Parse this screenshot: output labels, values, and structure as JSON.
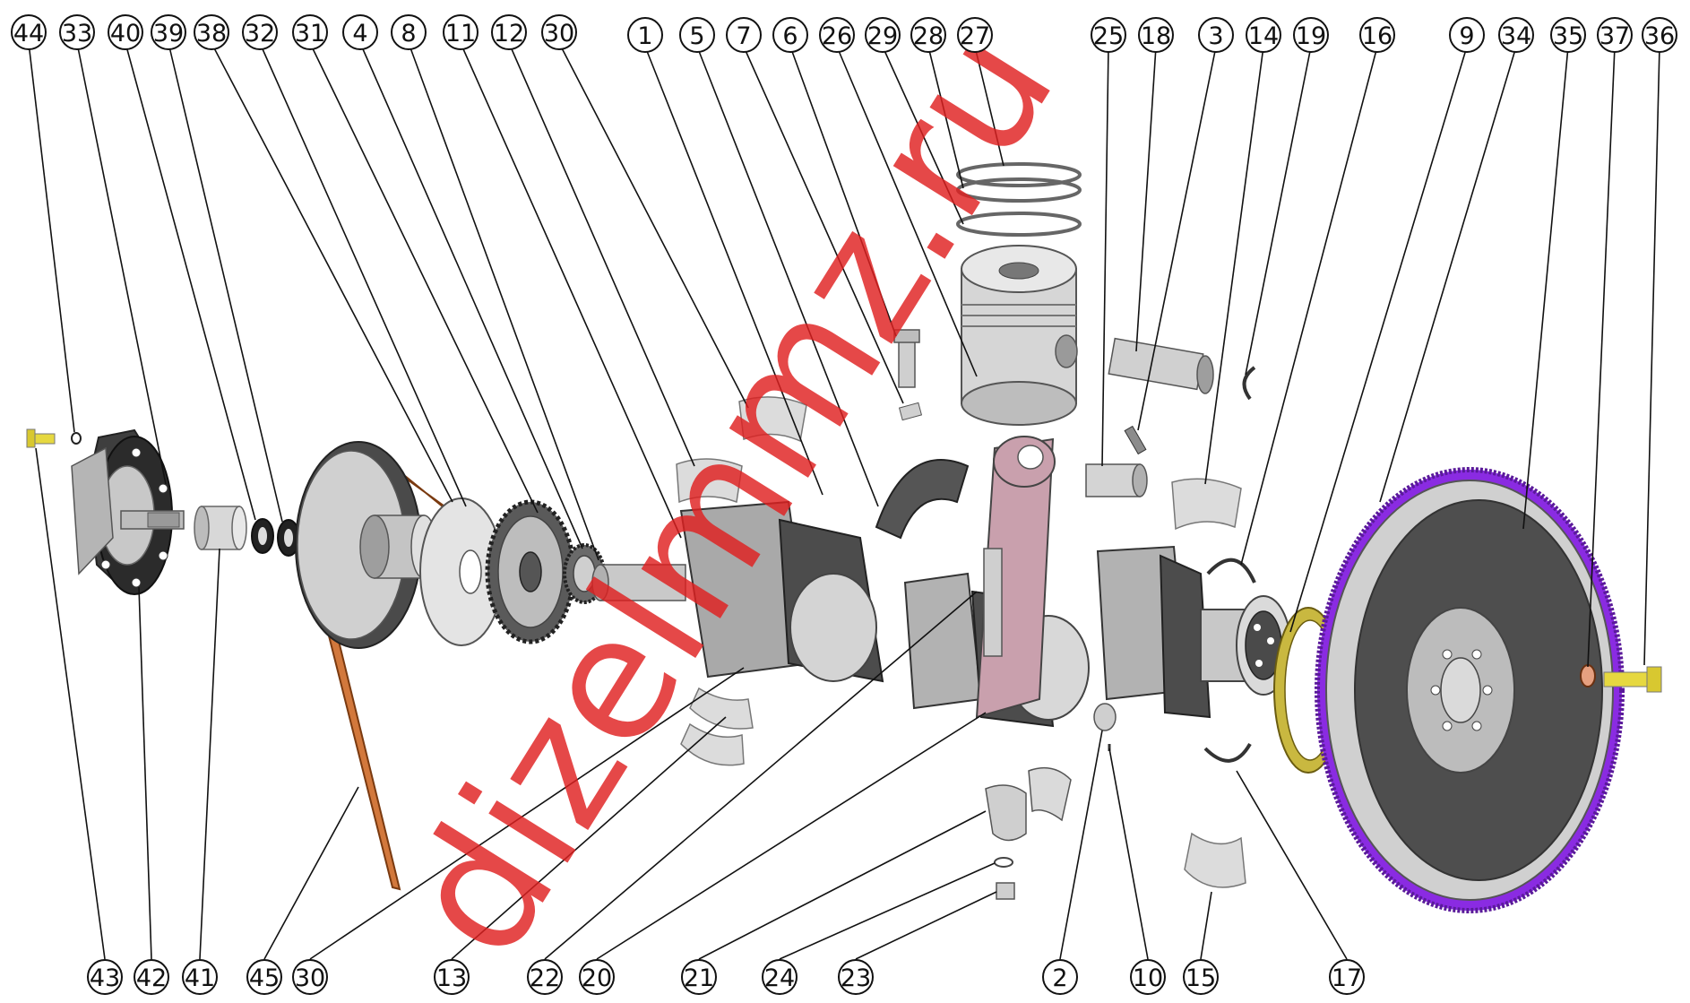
{
  "watermark": "dizelmmz.ru",
  "colors": {
    "part_gray": "#c8c8c8",
    "part_dark": "#4a4a4a",
    "connecting_rod": "#c9a0ad",
    "belt": "#d2783c",
    "ring_gear": "#8a2be2",
    "bolt_yellow": "#e6d840",
    "seal_yellow": "#d8c850",
    "watermark_red": "#e02020"
  },
  "callouts": {
    "top": [
      "44",
      "33",
      "40",
      "39",
      "38",
      "32",
      "31",
      "4",
      "8",
      "11",
      "12",
      "30",
      "1",
      "5",
      "7",
      "6",
      "26",
      "29",
      "28",
      "27",
      "25",
      "18",
      "3",
      "14",
      "19",
      "16",
      "9",
      "34",
      "35",
      "37",
      "36"
    ],
    "bottom": [
      "43",
      "42",
      "41",
      "45",
      "30",
      "13",
      "22",
      "20",
      "21",
      "24",
      "23",
      "2",
      "10",
      "15",
      "17"
    ]
  }
}
